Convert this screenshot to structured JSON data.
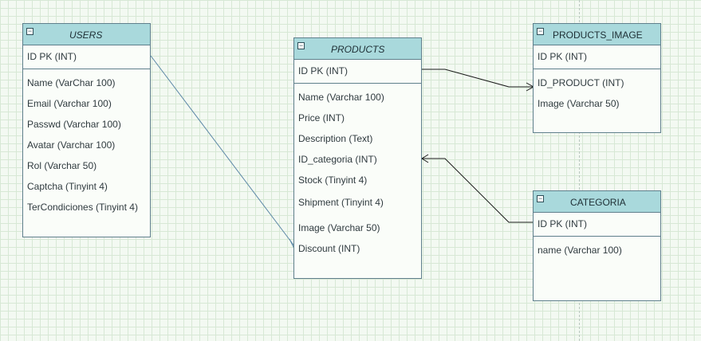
{
  "entities": {
    "users": {
      "title": "USERS",
      "pk": "ID PK (INT)",
      "fields": [
        "Name (VarChar 100)",
        "Email (Varchar 100)",
        "Passwd (Varchar 100)",
        "Avatar (Varchar 100)",
        "Rol (Varchar 50)",
        "Captcha (Tinyint 4)",
        "TerCondiciones (Tinyint 4)"
      ]
    },
    "products": {
      "title": "PRODUCTS",
      "pk": "ID PK (INT)",
      "fields": [
        "Name (Varchar 100)",
        "Price (INT)",
        "Description (Text)",
        "ID_categoria (INT)",
        "Stock (Tinyint 4)",
        "Shipment (Tinyint 4)",
        "Image (Varchar 50)",
        "Discount (INT)"
      ]
    },
    "products_image": {
      "title": "PRODUCTS_IMAGE",
      "pk": "ID  PK (INT)",
      "fields": [
        "ID_PRODUCT (INT)",
        "Image (Varchar 50)"
      ]
    },
    "categoria": {
      "title": "CATEGORIA",
      "pk": "ID  PK (INT)",
      "fields": [
        "name (Varchar 100)"
      ]
    }
  },
  "colors": {
    "header": "#a9d9dc",
    "border": "#5f7f8c",
    "relation_line": "#1a1a1a",
    "users_link": "#5b87a6"
  }
}
